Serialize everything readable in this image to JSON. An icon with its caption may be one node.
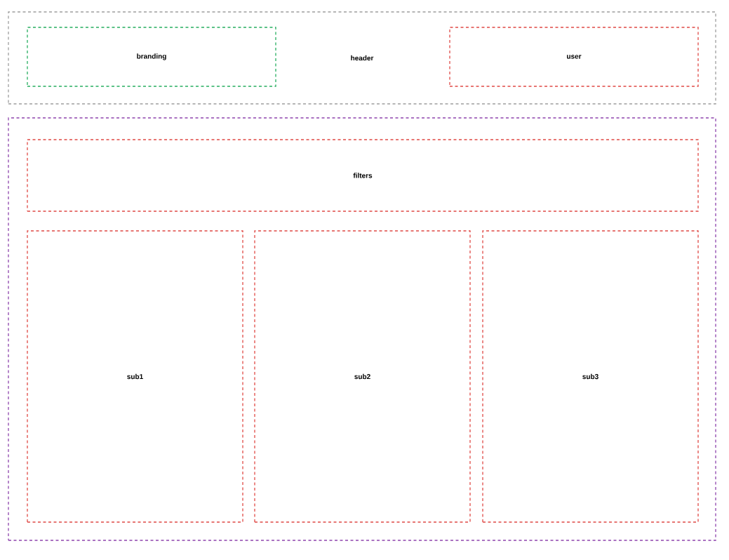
{
  "diagram": {
    "nodes": [
      {
        "text": [
          "header"
        ]
      },
      {
        "text": [
          "branding"
        ],
        "in": 0
      },
      {
        "text": [
          "user"
        ],
        "in": 0
      },
      {
        "text": [],
        "shape": "box"
      },
      {
        "text": [
          "filters"
        ],
        "in": 3
      },
      {
        "text": [
          "sub1"
        ],
        "in": 3
      },
      {
        "text": [
          "sub2"
        ],
        "in": 3
      },
      {
        "text": [
          "sub3"
        ],
        "in": 3
      }
    ]
  }
}
